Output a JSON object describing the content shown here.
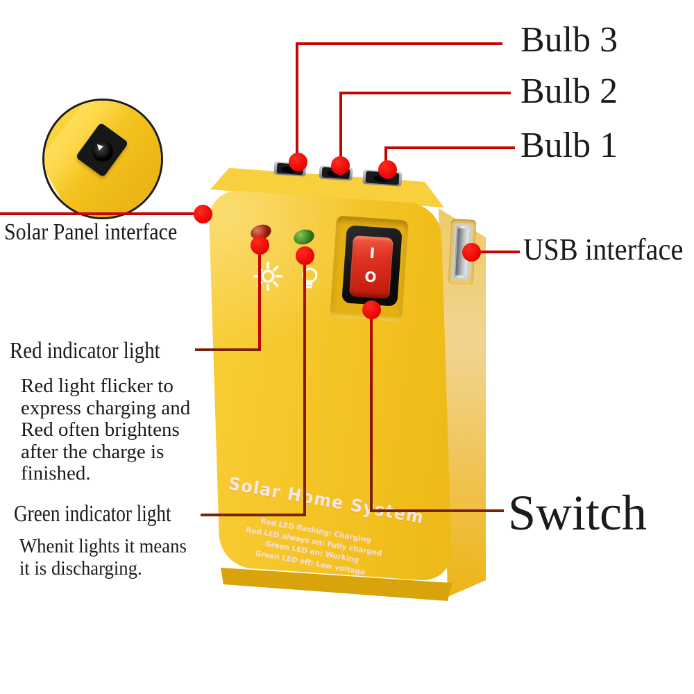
{
  "annotations": {
    "bulb3": {
      "label": "Bulb 3"
    },
    "bulb2": {
      "label": "Bulb 2"
    },
    "bulb1": {
      "label": "Bulb 1"
    },
    "solar": {
      "label": "Solar Panel interface"
    },
    "usb": {
      "label": "USB interface"
    },
    "switch": {
      "label": "Switch"
    },
    "red_indicator": {
      "label": "Red indicator light",
      "note": "Red light flicker to\nexpress charging and\nRed often brightens\nafter the charge is\nfinished."
    },
    "green_indicator": {
      "label": "Green indicator light",
      "note": "Whenit lights it means\nit is discharging."
    }
  },
  "device": {
    "title": "Solar Home System",
    "led_legend": [
      "Red LED flashing: Charging",
      "Red LED always on: Fully charged",
      "Green LED on: Working",
      "Green LED off: Low voltage"
    ],
    "switch_markings": {
      "on": "I",
      "off": "O"
    },
    "icons": {
      "charging_indicator": "sun-icon",
      "discharging_indicator": "bulb-icon"
    }
  },
  "colors": {
    "pointer_red": "#e80300",
    "leader_bright": "#c40600",
    "leader_dark": "#7a2208",
    "body_yellow": "#f4c124",
    "rocker_red": "#d92a18",
    "label_text": "#1b1b1b"
  }
}
